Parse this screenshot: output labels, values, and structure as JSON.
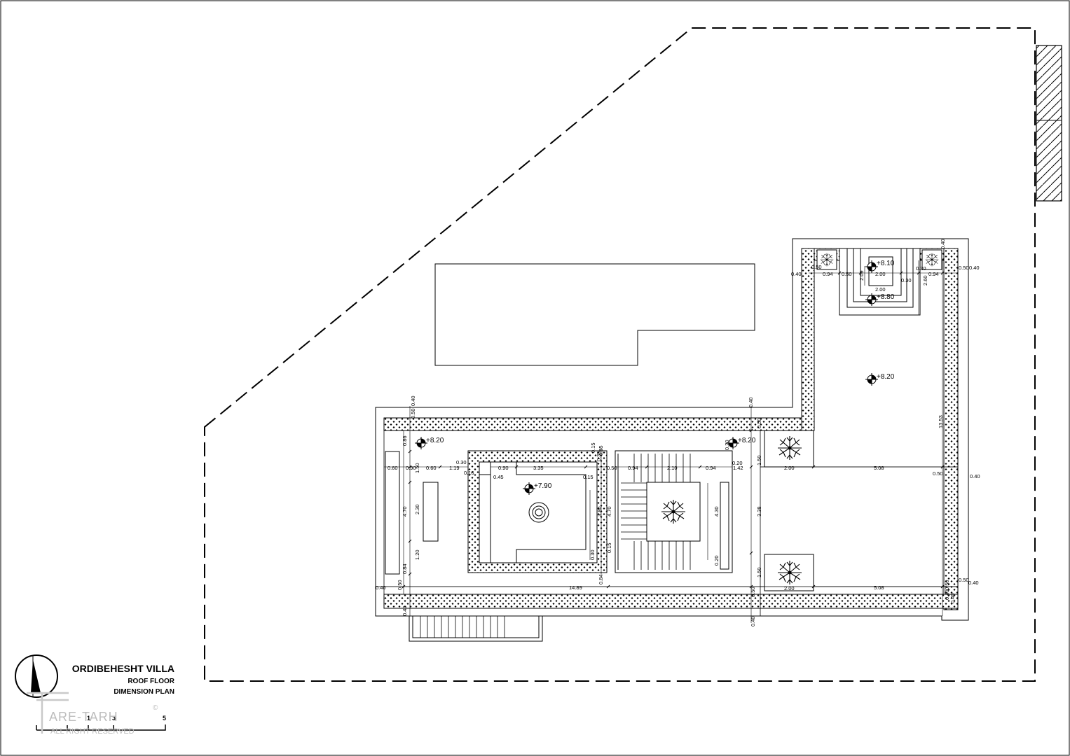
{
  "title_block": {
    "project": "ORDIBEHESHT VILLA",
    "drawing_line1": "ROOF FLOOR",
    "drawing_line2": "DIMENSION PLAN",
    "scale_labels": [
      "1",
      "3",
      "5"
    ],
    "copyright_mark": "©",
    "watermark_brand": "ARE-TARH",
    "watermark_rights": "ALL RIGHT RESERVED"
  },
  "levels": {
    "west_roof": "+8.20",
    "mid_roof": "+8.20",
    "east_roof": "+8.20",
    "courtyard": "+7.90",
    "stair_head_top": "+8.10",
    "stair_head_bottom": "+8.80"
  },
  "dimensions": {
    "west_top_040": "0.40",
    "west_top_050": "0.50",
    "west_086": "0.86",
    "west_060_outer": "0.60",
    "west_090": "0.90",
    "west_060_inner": "0.60",
    "west_119": "1.19",
    "west_150": "1.50",
    "west_470": "4.70",
    "west_230": "2.30",
    "west_120": "1.20",
    "west_050_bottom": "0.50",
    "west_084": "0.84",
    "west_040_left": "0.40",
    "west_040_low": "0.40",
    "court_030": "0.30",
    "court_016": "0.16",
    "court_045": "0.45",
    "court_090": "0.90",
    "court_335": "3.35",
    "court_015_top": "0.15",
    "court_015_mid": "0.15",
    "court_035": "0.35",
    "court_085": "0.85",
    "court_050": "0.50",
    "court_380": "3.80",
    "court_470": "4.70",
    "court_030_bottom": "0.30",
    "court_015_low": "0.15",
    "court_084": "0.84",
    "stair_094_left": "0.94",
    "stair_210": "2.10",
    "stair_094_right": "0.94",
    "stair_020_top": "0.20",
    "stair_020_left": "0.20",
    "stair_430": "4.30",
    "stair_020_bottom": "0.20",
    "stair_142": "1.42",
    "total_1489": "14.89",
    "mid_040_top": "0.40",
    "mid_050": "0.50",
    "mid_150_top": "1.50",
    "mid_338": "3.38",
    "mid_150_bottom": "1.50",
    "mid_050_bottom": "0.50",
    "mid_040_bottom": "0.40",
    "planter_200_top": "2.00",
    "planter_200_bottom": "2.00",
    "east_508_top": "5.08",
    "east_508_bottom": "5.08",
    "east_1353": "13.53",
    "east_050_mid": "0.50",
    "east_040_mid": "0.40",
    "east_050_low": "0.50",
    "east_040_low": "0.40",
    "east_050_vert": "0.50",
    "east_040_vert": "0.40",
    "east_040_corner": "0.40",
    "head_040_left": "0.40",
    "head_050_left": "0.50",
    "head_094_left": "0.94",
    "head_200_vert": "2.00",
    "head_050_mid": "0.50",
    "head_200_top": "2.00",
    "head_200_bottom": "2.00",
    "head_030_a": "0.30",
    "head_030_b": "0.30",
    "head_094_right": "0.94",
    "head_260": "2.60",
    "head_050_right": "0.50",
    "head_040_right": "0.40",
    "head_040_top": "0.40"
  }
}
